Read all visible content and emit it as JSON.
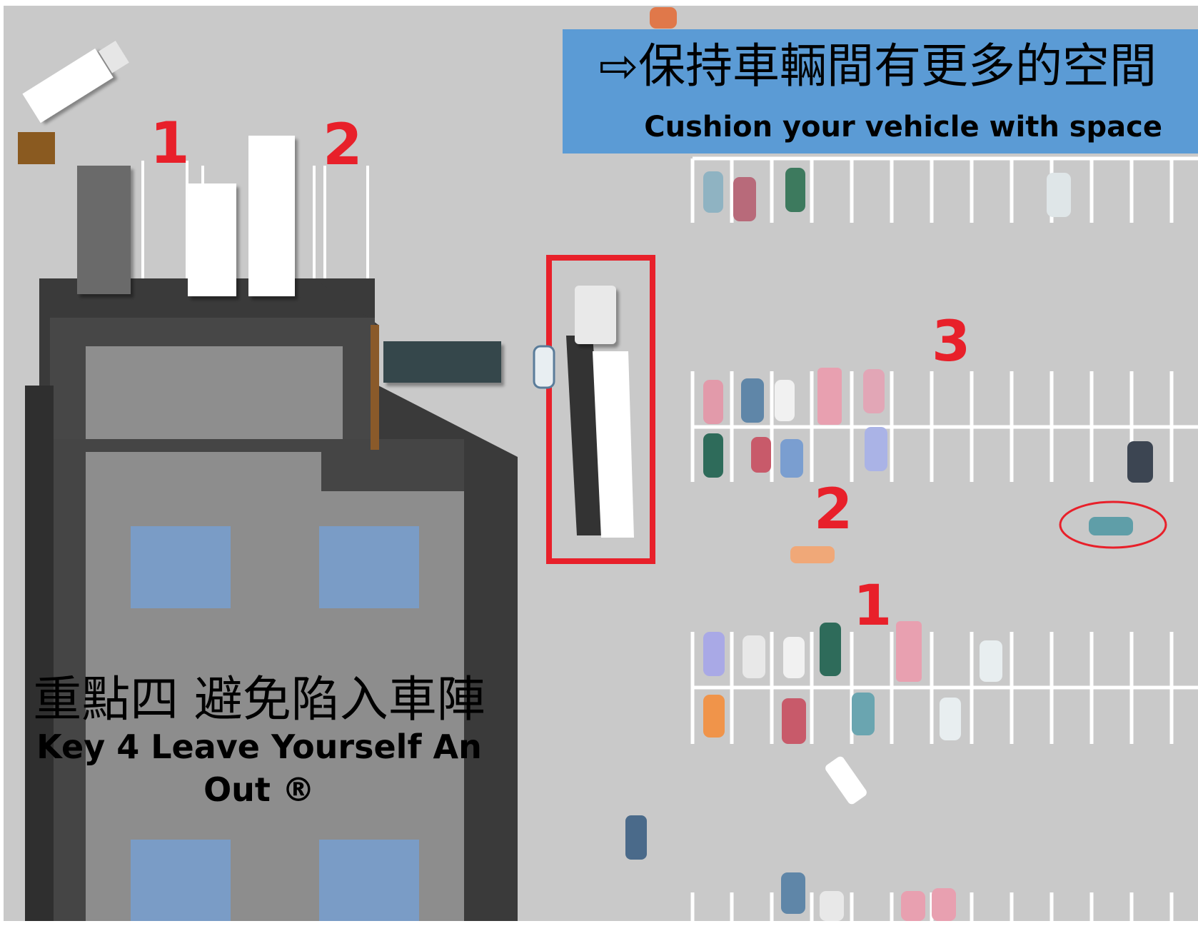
{
  "banner": {
    "title_cn": "⇨保持車輛間有更多的空間",
    "title_en": "Cushion your vehicle with space",
    "background": "#5b9bd5"
  },
  "key_title": {
    "cn": "重點四 避免陷入車陣",
    "en": "Key 4 Leave Yourself An Out ®"
  },
  "scene": {
    "building_labels": [
      "1",
      "2"
    ],
    "lot_labels": [
      "3",
      "2",
      "1"
    ],
    "highlight_color": "#e8202a"
  }
}
